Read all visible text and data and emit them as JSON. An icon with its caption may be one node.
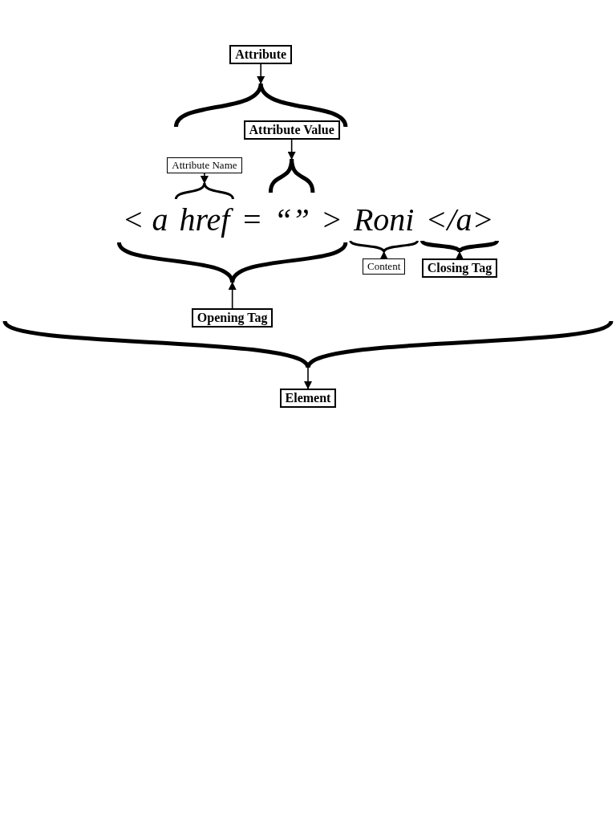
{
  "diagram": {
    "nodes": [
      {
        "text": [
          "Attribute"
        ]
      },
      {
        "text": [
          "Attribute Value"
        ]
      },
      {
        "text": [
          "Attribute Name"
        ]
      },
      {
        "text": [
          "< a"
        ]
      },
      {
        "text": [
          "href"
        ]
      },
      {
        "text": [
          "="
        ]
      },
      {
        "text": [
          "“”"
        ]
      },
      {
        "text": [
          ">"
        ]
      },
      {
        "text": [
          "Roni"
        ]
      },
      {
        "text": [
          "</a>"
        ]
      },
      {
        "text": [
          "Content"
        ]
      },
      {
        "text": [
          "Closing Tag"
        ]
      },
      {
        "text": [
          "Opening Tag"
        ]
      },
      {
        "text": [
          "Element"
        ]
      },
      {
        "text": [],
        "shape": "brace"
      },
      {
        "text": [],
        "shape": "brace"
      },
      {
        "text": [],
        "shape": "brace"
      },
      {
        "text": [],
        "shape": "brace"
      },
      {
        "text": [],
        "shape": "brace"
      },
      {
        "text": [],
        "shape": "brace"
      },
      {
        "text": [],
        "shape": "brace"
      }
    ],
    "edges": [
      {
        "from": 0,
        "to": 14,
        "arrow": "to"
      },
      {
        "from": 1,
        "to": 15,
        "arrow": "to"
      },
      {
        "from": 2,
        "to": 16,
        "arrow": "to"
      },
      {
        "from": 10,
        "to": 17,
        "arrow": "to"
      },
      {
        "from": 11,
        "to": 18,
        "arrow": "to"
      },
      {
        "from": 12,
        "to": 19,
        "arrow": "to"
      },
      {
        "from": 20,
        "to": 13,
        "arrow": "to"
      }
    ]
  }
}
